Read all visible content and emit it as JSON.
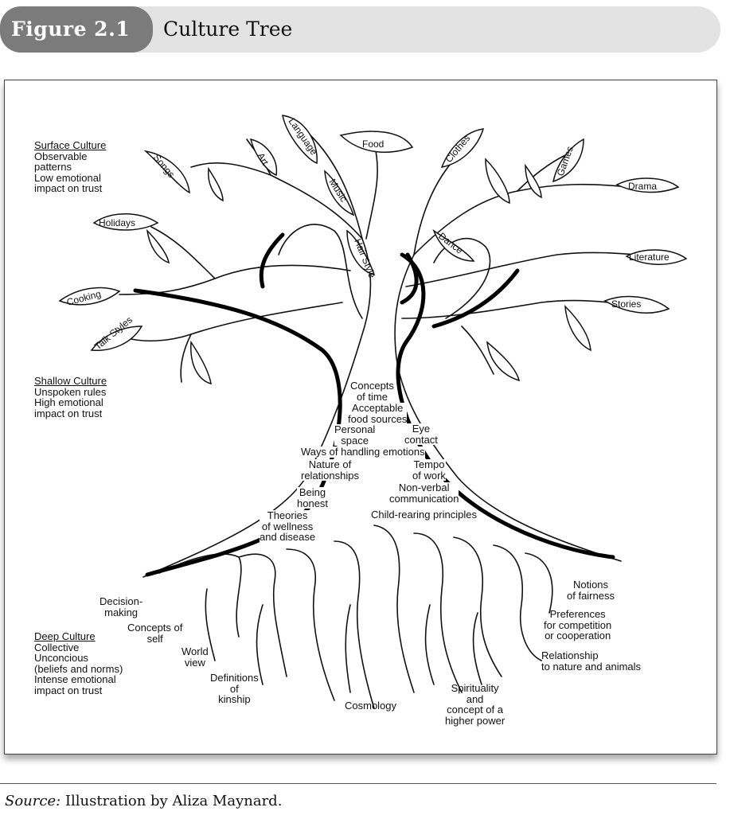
{
  "figure": {
    "number": "Figure 2.1",
    "title": "Culture Tree"
  },
  "sections": {
    "surface": {
      "title": "Surface Culture",
      "lines": [
        "Observable",
        "patterns",
        "Low emotional",
        "impact on trust"
      ]
    },
    "shallow": {
      "title": "Shallow Culture",
      "lines": [
        "Unspoken rules",
        "High emotional",
        "impact on trust"
      ]
    },
    "deep": {
      "title": "Deep Culture",
      "lines": [
        "Collective",
        "Unconcious",
        "(beliefs and norms)",
        "Intense emotional",
        "impact on trust"
      ]
    }
  },
  "leaves": [
    "Language",
    "Food",
    "Clothes",
    "Art",
    "Songs",
    "Music",
    "Games",
    "Drama",
    "Holidays",
    "Hair Style",
    "Dance",
    "Literature",
    "Cooking",
    "Stories",
    "Talk Styles"
  ],
  "trunk_items": {
    "concepts_time": "Concepts\nof time",
    "food_sources": "Acceptable\nfood sources",
    "personal_space": "Personal\nspace",
    "eye_contact": "Eye\ncontact",
    "emotions": "Ways of handling emotions",
    "relationships": "Nature of\nrelationships",
    "tempo": "Tempo\nof work",
    "honest": "Being\nhonest",
    "nonverbal": "Non-verbal\ncommunication",
    "wellness": "Theories\nof wellness\nand disease",
    "childrearing": "Child-rearing principles"
  },
  "root_items": {
    "decision": "Decision-\nmaking",
    "self": "Concepts of\nself",
    "world": "World\nview",
    "kinship": "Definitions\nof\nkinship",
    "cosmology": "Cosmology",
    "spirituality": "Spirituality\nand\nconcept of a\nhigher power",
    "fairness": "Notions\nof fairness",
    "competition": "Preferences\nfor competition\nor cooperation",
    "nature": "Relationship\nto nature and animals"
  },
  "source": {
    "label": "Source:",
    "text": " Illustration by Aliza Maynard."
  }
}
